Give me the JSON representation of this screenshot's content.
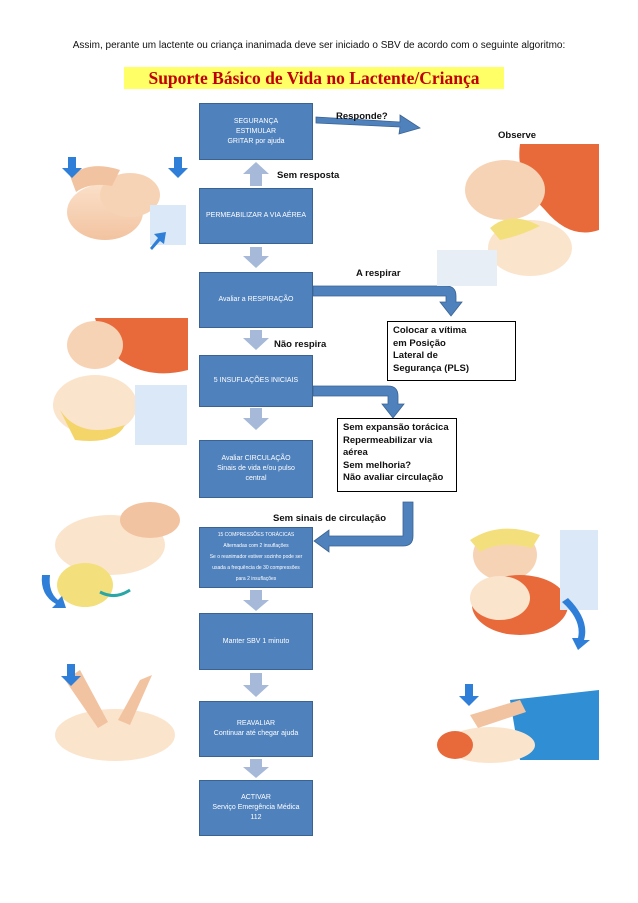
{
  "intro": "Assim, perante um lactente ou criança inanimada deve ser iniciado o SBV de acordo com o seguinte algoritmo:",
  "title": "Suporte Básico de Vida no Lactente/Criança",
  "steps": [
    {
      "lines": [
        "SEGURANÇA",
        "ESTIMULAR",
        "GRITAR por ajuda"
      ]
    },
    {
      "lines": [
        "PERMEABILIZAR A VIA AÉREA"
      ]
    },
    {
      "lines": [
        "Avaliar a RESPIRAÇÃO"
      ]
    },
    {
      "lines": [
        "5 INSUFLAÇÕES INICIAIS"
      ]
    },
    {
      "lines": [
        "Avaliar CIRCULAÇÃO",
        "Sinais de vida e/ou pulso",
        "central"
      ]
    },
    {
      "lines": [
        "15 COMPRESSÕES TORÁCICAS",
        "Alternadas com 2 insuflações",
        "Se o reanimador estiver sozinho pode ser",
        "usada a frequência de 30 compressões",
        "para 2 insuflações"
      ]
    },
    {
      "lines": [
        "Manter SBV 1 minuto"
      ]
    },
    {
      "lines": [
        "REAVALIAR",
        "Continuar até chegar ajuda"
      ]
    },
    {
      "lines": [
        "ACTIVAR",
        "Serviço Emergência Médica",
        "112"
      ]
    }
  ],
  "labels": {
    "responde": "Responde?",
    "observe": "Observe",
    "sem_resposta": "Sem resposta",
    "a_respirar": "A respirar",
    "nao_respira": "Não respira",
    "sem_sinais": "Sem sinais de circulação"
  },
  "notes": {
    "pls": [
      "Colocar a vítima",
      "em Posição",
      "Lateral de",
      "Segurança (PLS)"
    ],
    "expansao": [
      "Sem expansão torácica",
      "Repermeabilizar via",
      "aérea",
      "Sem melhoria?",
      "Não avaliar circulação"
    ]
  },
  "colors": {
    "step_fill": "#4f81bd",
    "connector": "#a6b9d9",
    "arrow": "#4f81bd",
    "banner": "#ffff66",
    "title": "#c00000"
  }
}
